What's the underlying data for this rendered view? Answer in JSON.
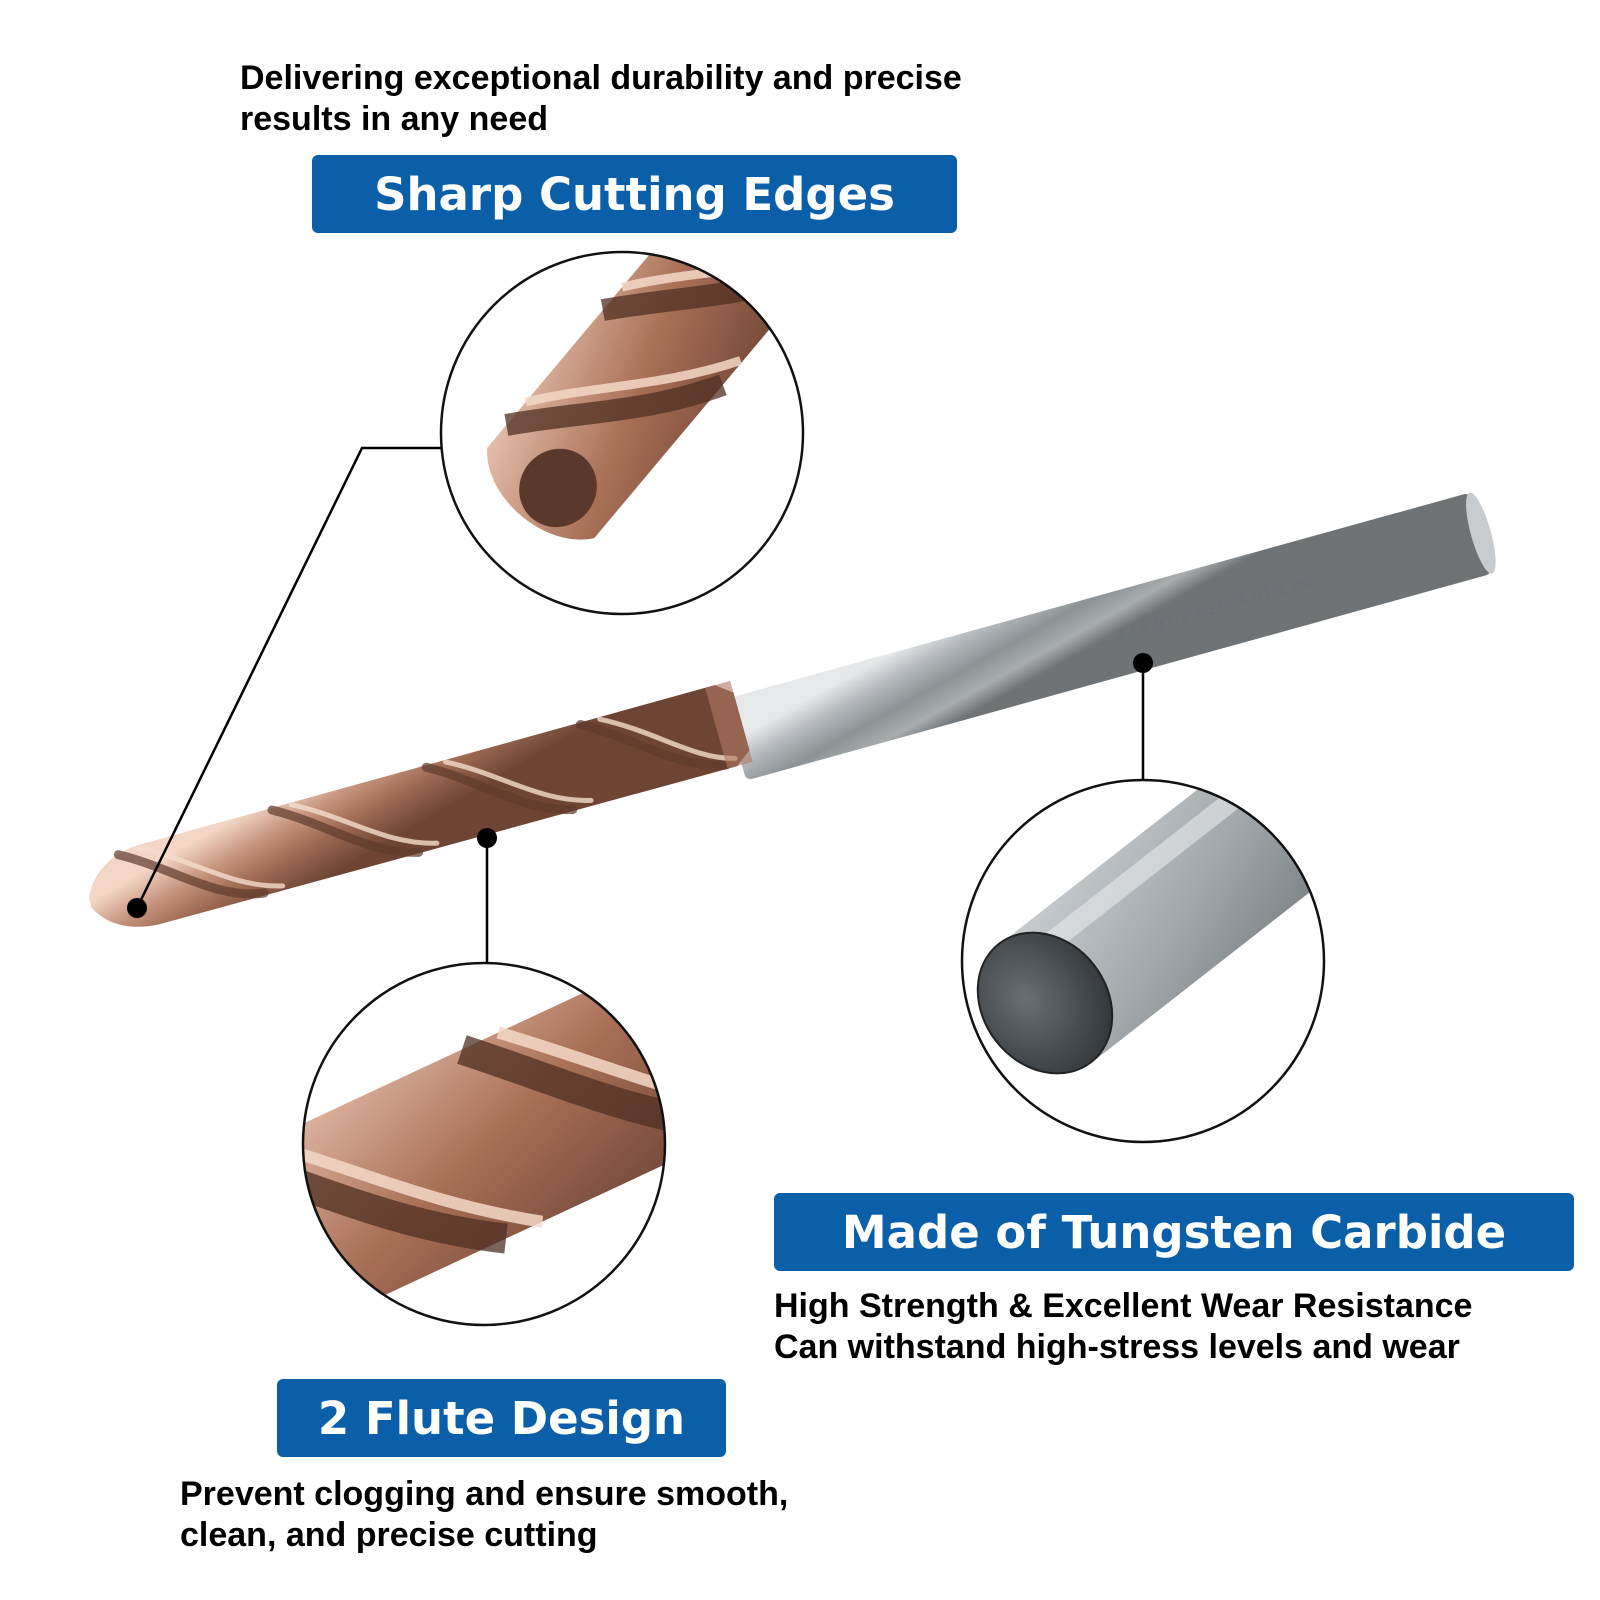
{
  "sharp_cutting": {
    "intro_lines": [
      "Delivering exceptional durability and precise",
      "results in any need"
    ],
    "badge": "Sharp Cutting Edges"
  },
  "tungsten_carbide": {
    "badge": "Made of Tungsten Carbide",
    "desc_lines": [
      "High Strength & Excellent Wear Resistance",
      "Can withstand high-stress levels and wear"
    ]
  },
  "flute_design": {
    "badge": "2 Flute Design",
    "desc_lines": [
      "Prevent clogging and ensure smooth,",
      "clean, and precise cutting"
    ]
  },
  "shank_marking": "ΦЕ 3/16 х 4/8 х 5/16 х ГТ",
  "colors": {
    "badge_blue": "#0b5fa8",
    "copper": "#b5836a",
    "carbide_gray": "#9ea3a6"
  }
}
